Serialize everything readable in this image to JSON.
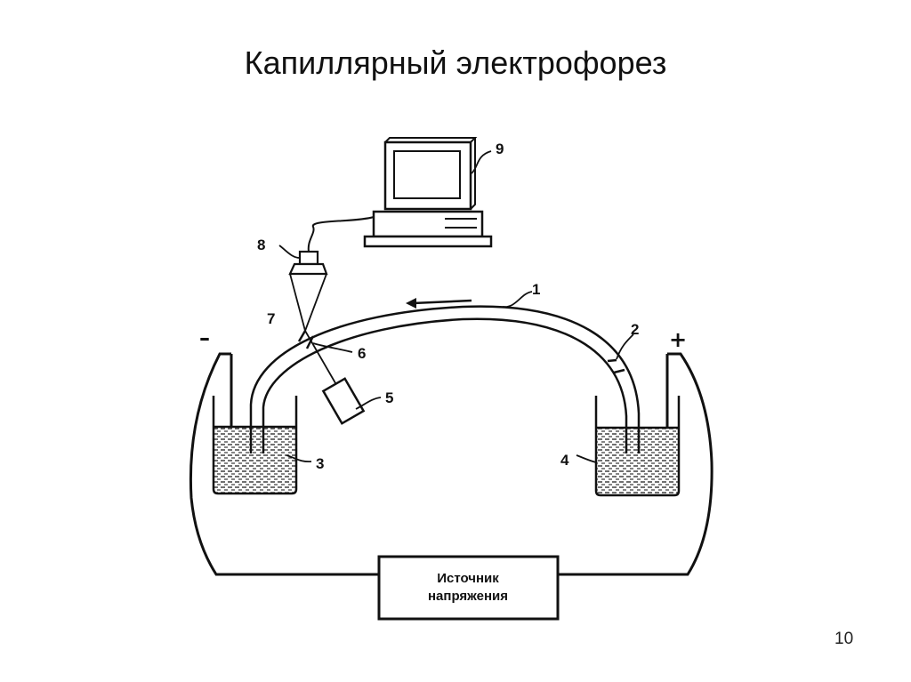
{
  "title": "Капиллярный электрофорез",
  "page_number": "10",
  "diagram": {
    "labels": {
      "l1": "1",
      "l2": "2",
      "l3": "3",
      "l4": "4",
      "l5": "5",
      "l6": "6",
      "l7": "7",
      "l8": "8",
      "l9": "9"
    },
    "minus_sign": "–",
    "plus_sign": "+",
    "power_source": {
      "line1": "Источник",
      "line2": "напряжения"
    }
  }
}
